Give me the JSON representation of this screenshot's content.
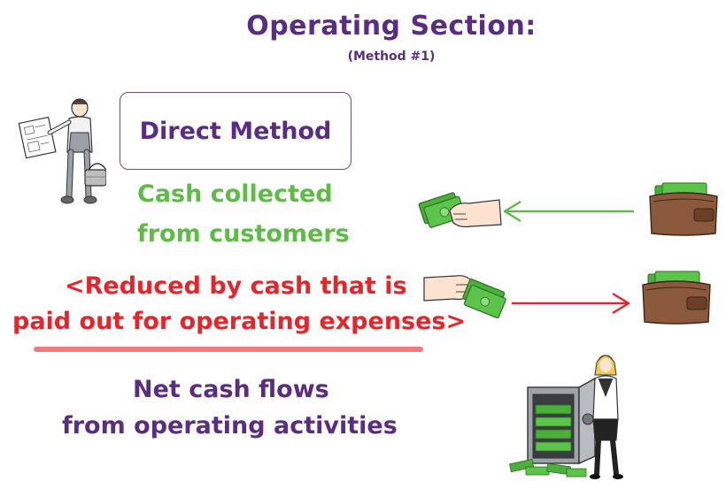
{
  "header": {
    "title": "Operating Section:",
    "subtitle": "(Method #1)"
  },
  "method": {
    "label": "Direct Method"
  },
  "inflow": {
    "line1": "Cash collected",
    "line2": "from customers",
    "color": "#5dbb46"
  },
  "outflow": {
    "line1": "<Reduced by cash that is",
    "line2": "paid out for operating expenses>",
    "color": "#e8232a"
  },
  "result": {
    "line1": "Net cash flows",
    "line2": "from operating activities"
  },
  "colors": {
    "purple": "#5a2d82",
    "green": "#5dbb46",
    "red": "#e8232a",
    "money_green": "#4caf3a",
    "wallet_brown": "#8b5a3c"
  },
  "illustrations": [
    "man-with-basket-icon",
    "hand-receiving-money-icon",
    "wallet-icon",
    "hand-giving-money-icon",
    "woman-with-safe-icon"
  ]
}
